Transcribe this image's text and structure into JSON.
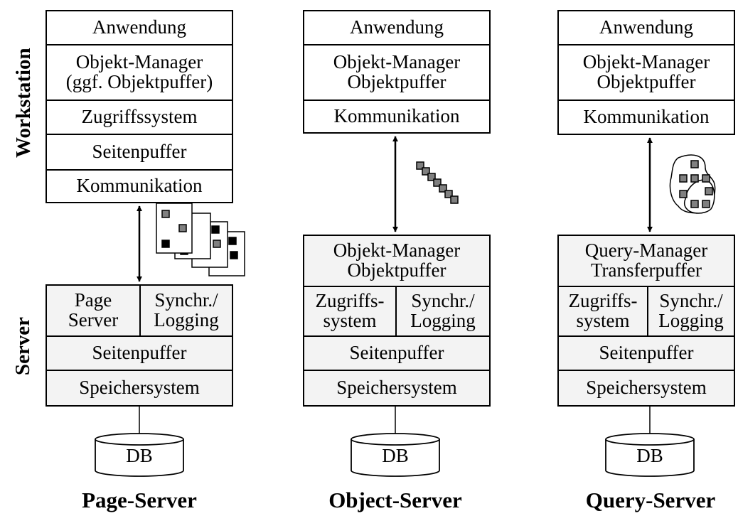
{
  "side_labels": {
    "workstation": "Workstation",
    "server": "Server"
  },
  "columns": [
    {
      "title": "Page-Server",
      "workstation": [
        "Anwendung",
        "Objekt-Manager\n(ggf. Objektpuffer)",
        "Zugriffssystem",
        "Seitenpuffer",
        "Kommunikation"
      ],
      "server_top_left": "Page\nServer",
      "server_top_right": "Synchr./\nLogging",
      "server_buffer": "Seitenpuffer",
      "server_storage": "Speichersystem",
      "db": "DB"
    },
    {
      "title": "Object-Server",
      "workstation": [
        "Anwendung",
        "Objekt-Manager\nObjektpuffer",
        "Kommunikation"
      ],
      "server_manager": "Objekt-Manager\nObjektpuffer",
      "server_top_left": "Zugriffs-\nsystem",
      "server_top_right": "Synchr./\nLogging",
      "server_buffer": "Seitenpuffer",
      "server_storage": "Speichersystem",
      "db": "DB"
    },
    {
      "title": "Query-Server",
      "workstation": [
        "Anwendung",
        "Objekt-Manager\nObjektpuffer",
        "Kommunikation"
      ],
      "server_manager": "Query-Manager\nTransferpuffer",
      "server_top_left": "Zugriffs-\nsystem",
      "server_top_right": "Synchr./\nLogging",
      "server_buffer": "Seitenpuffer",
      "server_storage": "Speichersystem",
      "db": "DB"
    }
  ],
  "icons": {
    "pages": "page-stack-icon",
    "objects": "object-chain-icon",
    "object_set": "object-set-icon",
    "database": "database-cylinder-icon",
    "arrow": "double-arrow-icon"
  },
  "colors": {
    "server_fill": "#f3f3f3",
    "object_fill": "#808080",
    "line": "#000000"
  }
}
